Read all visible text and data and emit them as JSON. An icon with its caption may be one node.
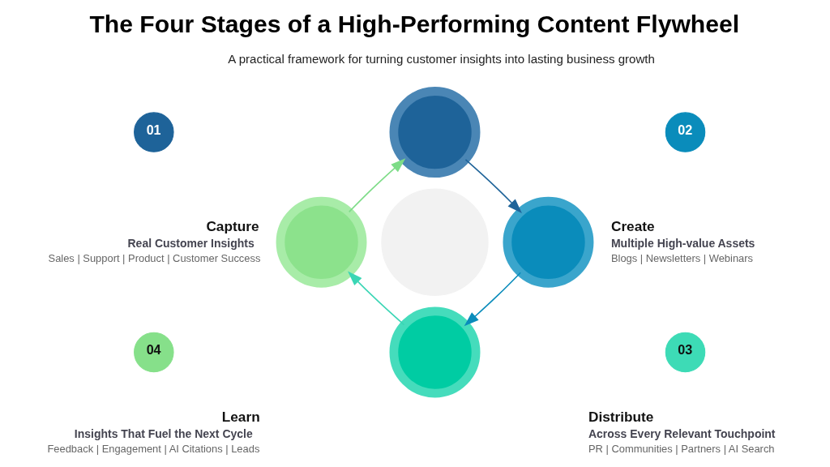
{
  "diagram": {
    "title": "The Four Stages of a High-Performing Content Flywheel",
    "nodes": [
      {
        "text": [
          "01"
        ],
        "beside": [
          "Capture",
          "Real Customer Insights",
          "Sales | Support | Product | Customer Success"
        ]
      },
      {
        "text": [],
        "shape": "circle"
      },
      {
        "text": [
          "02"
        ],
        "beside": [
          "Create",
          "Multiple High-value Assets",
          "Blogs | Newsletters | Webinars"
        ]
      },
      {
        "text": [],
        "shape": "circle"
      },
      {
        "text": [],
        "shape": "circle"
      },
      {
        "text": [],
        "shape": "circle"
      },
      {
        "text": [
          "04"
        ],
        "beside": [
          "Learn",
          "Insights That Fuel the Next Cycle",
          "Feedback | Engagement | AI Citations | Leads"
        ]
      },
      {
        "text": [
          "03"
        ],
        "beside": [
          "Distribute",
          "Across Every Relevant Touchpoint",
          "PR | Communities | Partners | AI Search"
        ]
      },
      {
        "text": [],
        "shape": "circle"
      }
    ],
    "edges": [
      {
        "from": 1,
        "to": 5,
        "arrow": "to",
        "color": "#1e6399"
      },
      {
        "from": 5,
        "to": 8,
        "arrow": "to",
        "color": "#0a8cbb"
      },
      {
        "from": 8,
        "to": 3,
        "arrow": "to",
        "color": "#3ad6b5"
      },
      {
        "from": 3,
        "to": 1,
        "arrow": "to",
        "color": "#7ddc87"
      }
    ],
    "labels": [
      "A practical framework for turning customer insights into lasting business growth"
    ]
  }
}
